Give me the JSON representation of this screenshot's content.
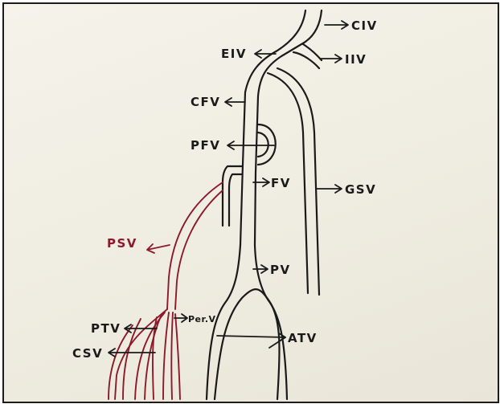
{
  "labels": {
    "civ": "CIV",
    "eiv": "EIV",
    "iiv": "IIV",
    "cfv": "CFV",
    "pfv": "PFV",
    "fv": "FV",
    "gsv": "GSV",
    "psv": "PSV",
    "pv": "PV",
    "ptv": "PTV",
    "perv": "Per.V",
    "csv": "CSV",
    "atv": "ATV"
  },
  "colors": {
    "ink": "#1a1a1a",
    "red_ink": "#8b1a2b",
    "paper": "#f2efe5"
  }
}
